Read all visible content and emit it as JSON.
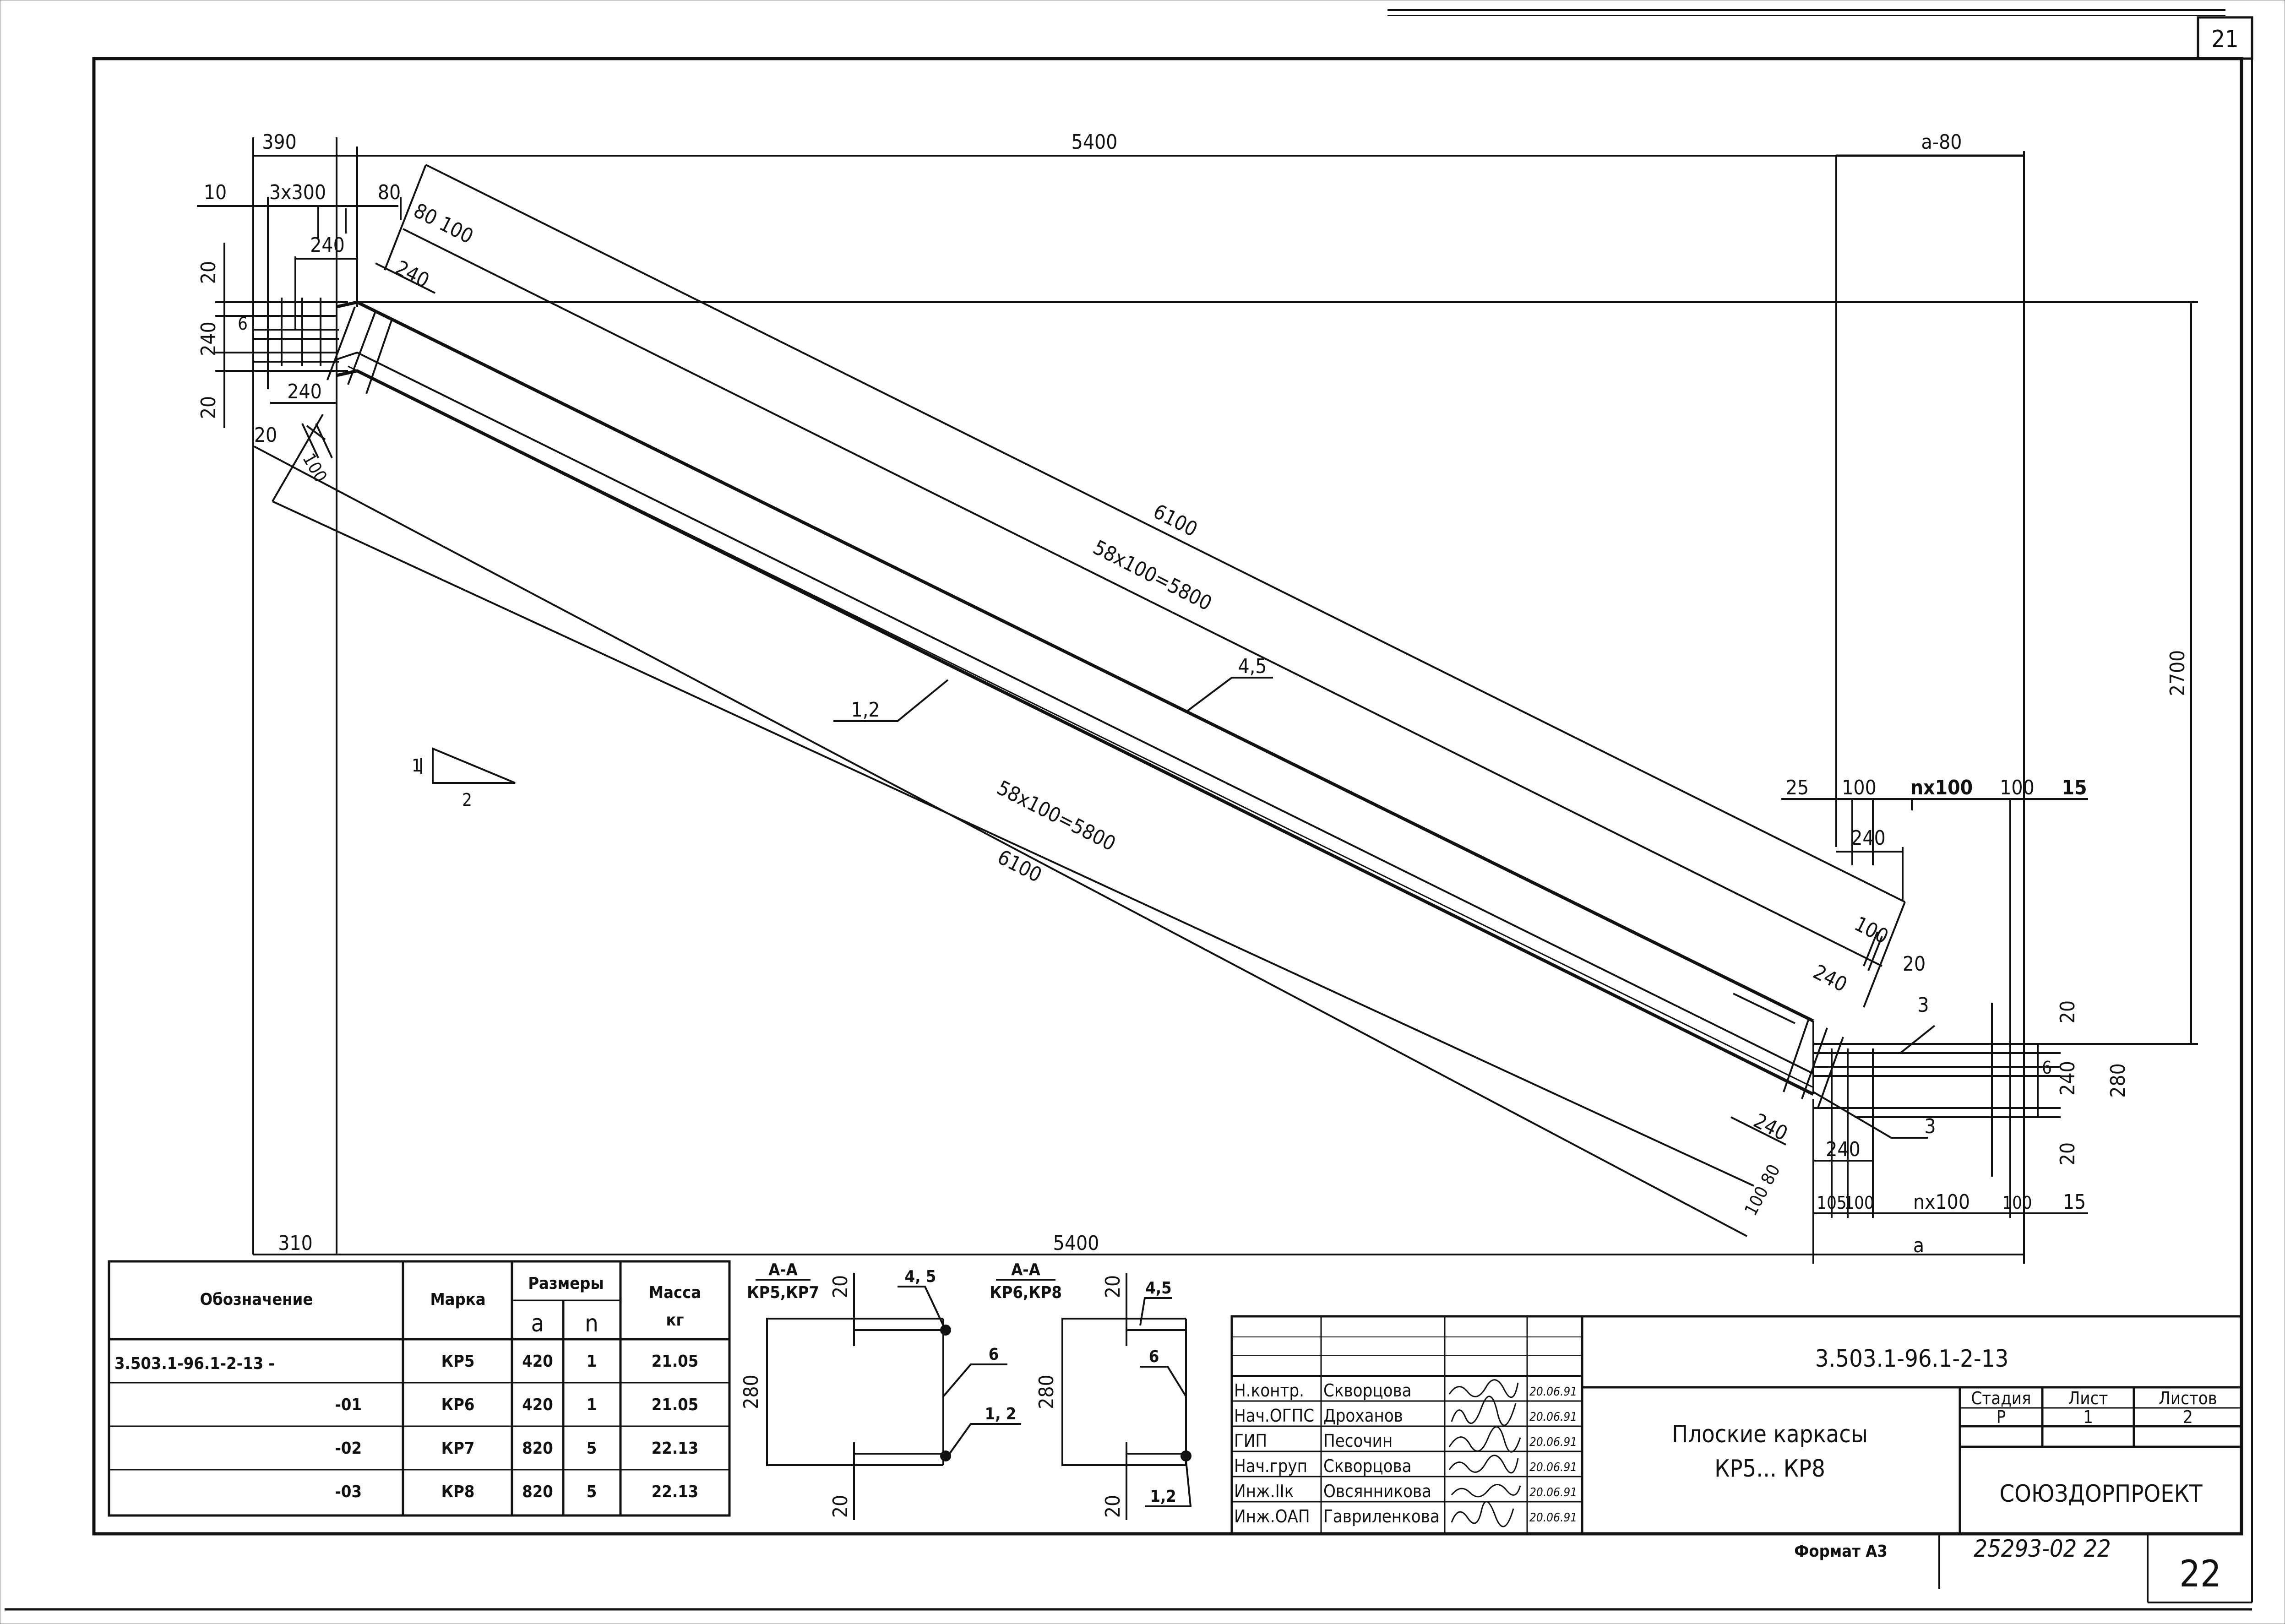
{
  "sheet": {
    "corner_number": "21",
    "page_number": "22",
    "format": "Формат А3",
    "archive_number": "25293-02  22"
  },
  "dimensions": {
    "top_390": "390",
    "top_5400": "5400",
    "top_a80": "a-80",
    "d10": "10",
    "d3x300": "3x300",
    "d80": "80",
    "d80_100": "80 100",
    "d240_a": "240",
    "d240_b": "240",
    "d240_c": "240",
    "left_20a": "20",
    "left_240": "240",
    "left_20b": "20",
    "left_6": "6",
    "left_20_100": "20",
    "left_100": "100",
    "len_6100_top": "6100",
    "len_58x100_top": "58x100=5800",
    "lbl_45": "4,5",
    "lbl_12": "1,2",
    "len_58x100_bot": "58x100=5800",
    "len_6100_bot": "6100",
    "right_2700": "2700",
    "r_25": "25",
    "r_100a": "100",
    "r_nx100": "nx100",
    "r_100b": "100",
    "r_15": "15",
    "r_240a": "240",
    "r_100_20": "100",
    "r_20": "20",
    "r_240b": "240",
    "r_3a": "3",
    "r_20a": "20",
    "r_6": "6",
    "r_240v": "240",
    "r_280": "280",
    "r_20b": "20",
    "r_3b": "3",
    "r_240c": "240",
    "r_240d": "240",
    "r_100_80": "100 80",
    "b_105": "105",
    "b_100": "100",
    "b_nx100": "nx100",
    "b_100b": "100",
    "b_15": "15",
    "bottom_310": "310",
    "bottom_5400": "5400",
    "bottom_a": "a",
    "slope_1": "1",
    "slope_2": "2"
  },
  "sections": [
    {
      "title": "А-А",
      "subtitle": "КР5,КР7",
      "dim_top": "20",
      "dim_height": "280",
      "dim_bottom": "20",
      "label_top": "4, 5",
      "label_mid": "6",
      "label_bot": "1, 2"
    },
    {
      "title": "А-А",
      "subtitle": "КР6,КР8",
      "dim_top": "20",
      "dim_height": "280",
      "dim_bottom": "20",
      "label_top": "4,5",
      "label_mid": "6",
      "label_bot": "1,2"
    }
  ],
  "spec_table": {
    "headers": {
      "designation": "Обозначение",
      "mark": "Марка",
      "sizes": "Размеры",
      "a": "a",
      "n": "n",
      "mass": "Масса",
      "mass_unit": "кг"
    },
    "rows": [
      {
        "designation": "3.503.1-96.1-2-13  -",
        "mark": "КР5",
        "a": "420",
        "n": "1",
        "mass": "21.05"
      },
      {
        "designation": "-01",
        "mark": "КР6",
        "a": "420",
        "n": "1",
        "mass": "21.05"
      },
      {
        "designation": "-02",
        "mark": "КР7",
        "a": "820",
        "n": "5",
        "mass": "22.13"
      },
      {
        "designation": "-03",
        "mark": "КР8",
        "a": "820",
        "n": "5",
        "mass": "22.13"
      }
    ]
  },
  "title_block": {
    "doc_code": "3.503.1-96.1-2-13",
    "title_line1": "Плоские каркасы",
    "title_line2": "КР5... КР8",
    "stage_label": "Стадия",
    "sheet_label": "Лист",
    "sheets_label": "Листов",
    "stage": "Р",
    "sheet": "1",
    "sheets": "2",
    "organization": "СОЮЗДОРПРОЕКТ",
    "signers": [
      {
        "role": "Н.контр.",
        "name": "Скворцова",
        "date": "20.06.91"
      },
      {
        "role": "Нач.ОГПС",
        "name": "Дроханов",
        "date": "20.06.91"
      },
      {
        "role": "ГИП",
        "name": "Песочин",
        "date": "20.06.91"
      },
      {
        "role": "Нач.груп",
        "name": "Скворцова",
        "date": "20.06.91"
      },
      {
        "role": "Инж.IIк",
        "name": "Овсянникова",
        "date": "20.06.91"
      },
      {
        "role": "Инж.ОАП",
        "name": "Гавриленкова",
        "date": "20.06.91"
      }
    ]
  }
}
